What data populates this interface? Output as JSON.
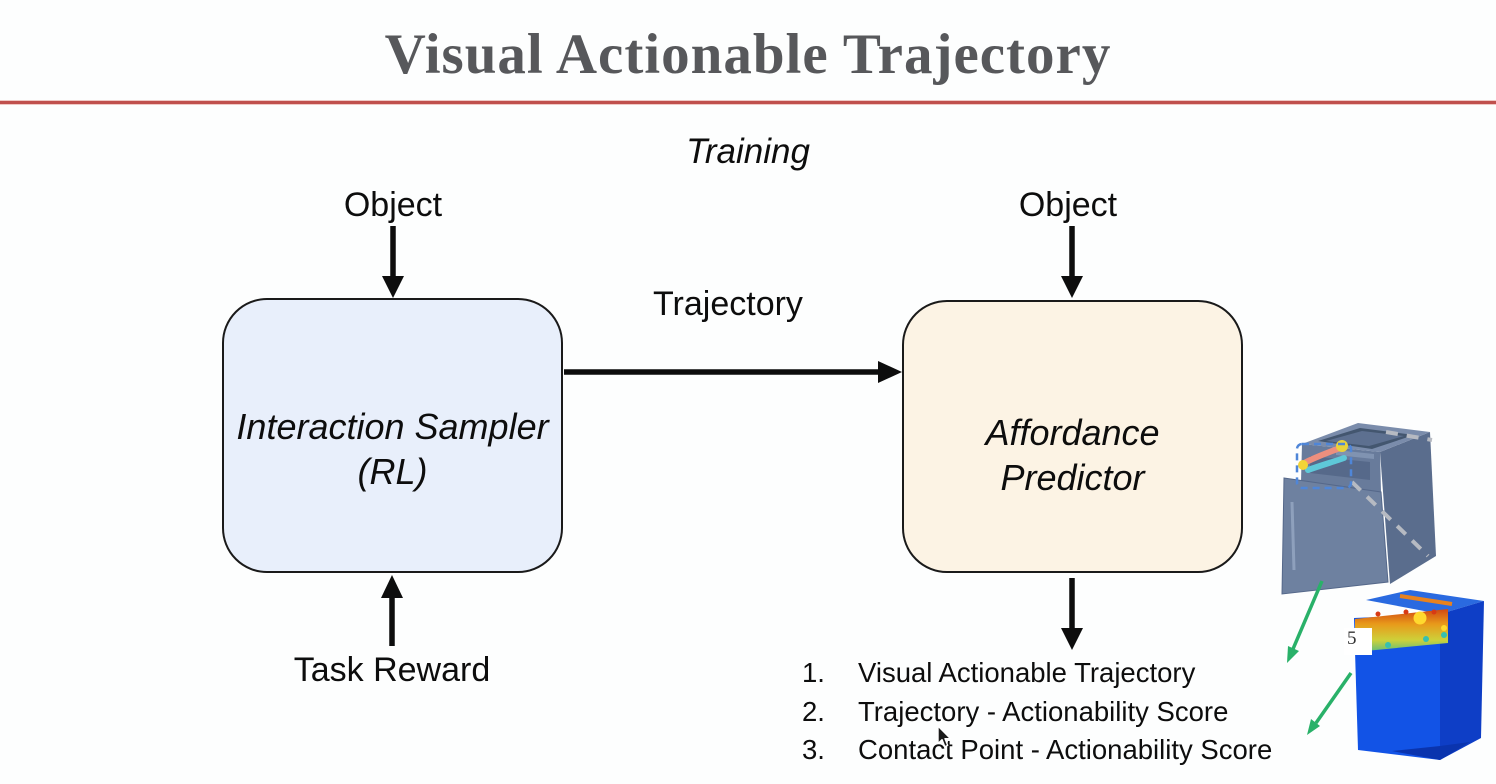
{
  "slide": {
    "title": "Visual Actionable Trajectory",
    "phase_label": "Training",
    "labels": {
      "object_left": "Object",
      "object_right": "Object",
      "trajectory": "Trajectory",
      "task_reward": "Task Reward"
    },
    "left_node": {
      "line1": "Interaction Sampler",
      "line2": "(RL)"
    },
    "right_node": {
      "line1": "Affordance",
      "line2": "Predictor"
    },
    "outputs": [
      {
        "num": "1.",
        "text": "Visual Actionable Trajectory"
      },
      {
        "num": "2.",
        "text": "Trajectory - Actionability Score"
      },
      {
        "num": "3.",
        "text": "Contact Point - Actionability Score"
      }
    ],
    "figure_fragment": "5",
    "icons": {
      "cabinet_render": "gray 3D cabinet with highlighted handle trajectories",
      "pointcloud_render": "blue point-cloud cabinet with actionability heatmap"
    },
    "colors": {
      "title": "#57585b",
      "divider": "#c0504d",
      "sampler_fill": "#e8effb",
      "predictor_fill": "#fcf3e4",
      "node_border": "#1a1a1a",
      "arrow": "#0d0d0d",
      "green_arrow": "#29b169",
      "cabinet_slate": "#697c9c",
      "pointcloud_blue": "#1253e6"
    }
  }
}
